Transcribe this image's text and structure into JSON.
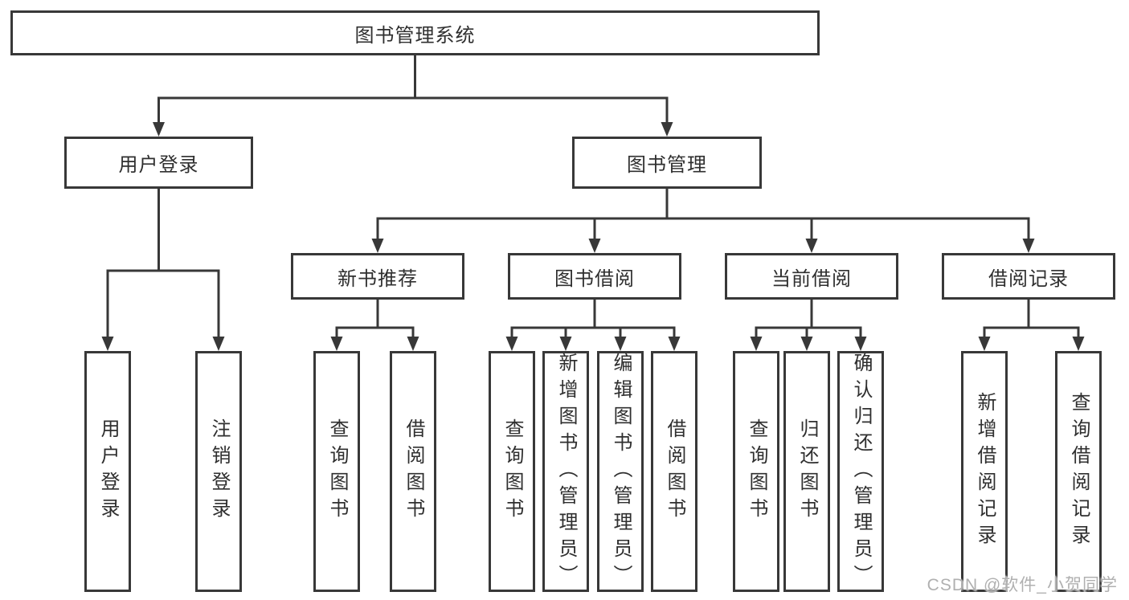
{
  "root": {
    "label": "图书管理系统"
  },
  "level2": {
    "user_login": {
      "label": "用户登录"
    },
    "book_management": {
      "label": "图书管理"
    }
  },
  "level3": {
    "new_book_recommend": {
      "label": "新书推荐"
    },
    "book_borrow": {
      "label": "图书借阅"
    },
    "current_borrow": {
      "label": "当前借阅"
    },
    "borrow_records": {
      "label": "借阅记录"
    }
  },
  "leaves": {
    "user_login": {
      "label": "用户登录"
    },
    "logout": {
      "label": "注销登录"
    },
    "recommend_query_books": {
      "label": "查询图书"
    },
    "recommend_borrow_books": {
      "label": "借阅图书"
    },
    "borrow_query_books": {
      "label": "查询图书"
    },
    "borrow_add_book_admin": {
      "label": "新增图书（管理员）"
    },
    "borrow_edit_book_admin": {
      "label": "编辑图书（管理员）"
    },
    "borrow_borrow_books": {
      "label": "借阅图书"
    },
    "current_query_books": {
      "label": "查询图书"
    },
    "current_return_book": {
      "label": "归还图书"
    },
    "current_confirm_return_admin": {
      "label": "确认归还（管理员）"
    },
    "records_add_record": {
      "label": "新增借阅记录"
    },
    "records_query_record": {
      "label": "查询借阅记录"
    }
  },
  "watermark": {
    "text": "CSDN @软件_小贺同学"
  },
  "colors": {
    "line": "#383838",
    "box_border": "#383838",
    "text": "#2f2f2f",
    "background": "#ffffff",
    "watermark": "#b0b0b0"
  }
}
